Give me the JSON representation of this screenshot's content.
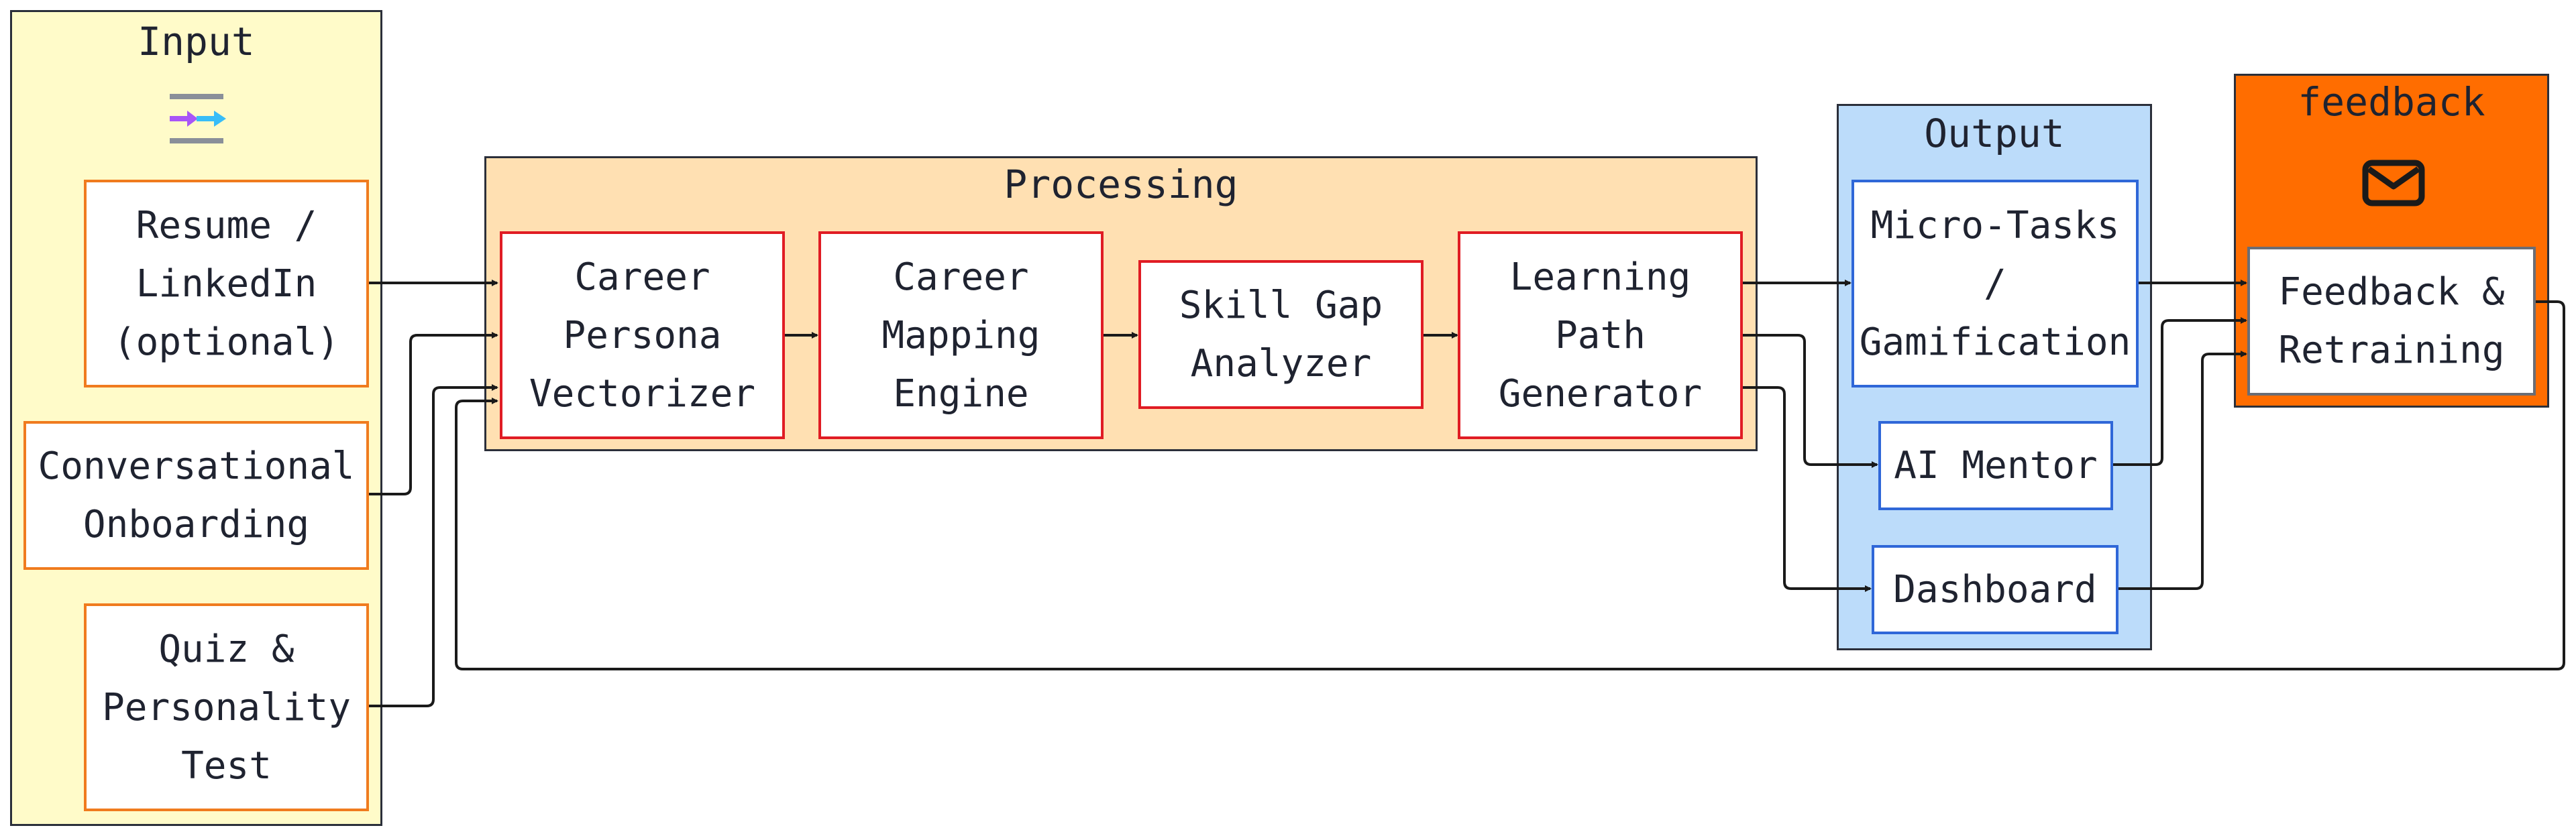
{
  "groups": {
    "input": {
      "title": "Input",
      "fill": "#fffbc9",
      "icon": "merge-arrows-icon"
    },
    "processing": {
      "title": "Processing",
      "fill": "#ffe0b2"
    },
    "output": {
      "title": "Output",
      "fill": "#bcdcfa"
    },
    "feedback": {
      "title": "feedback",
      "fill": "#ff6d00",
      "icon": "envelope-icon"
    }
  },
  "nodes": {
    "resume": "Resume /\nLinkedIn\n(optional)",
    "onboarding": "Conversational\nOnboarding",
    "quiz": "Quiz &\nPersonality\nTest",
    "vectorizer": "Career\nPersona\nVectorizer",
    "mapping": "Career\nMapping\nEngine",
    "skillgap": "Skill Gap\nAnalyzer",
    "learning": "Learning\nPath\nGenerator",
    "microtasks": "Micro-Tasks\n/\nGamification",
    "mentor": "AI Mentor",
    "dashboard": "Dashboard",
    "retraining": "Feedback &\nRetraining"
  },
  "colors": {
    "input_border": "#f07b1e",
    "processing_border": "#e01c24",
    "output_border": "#2f67d8",
    "edge": "#1a1a1a"
  }
}
